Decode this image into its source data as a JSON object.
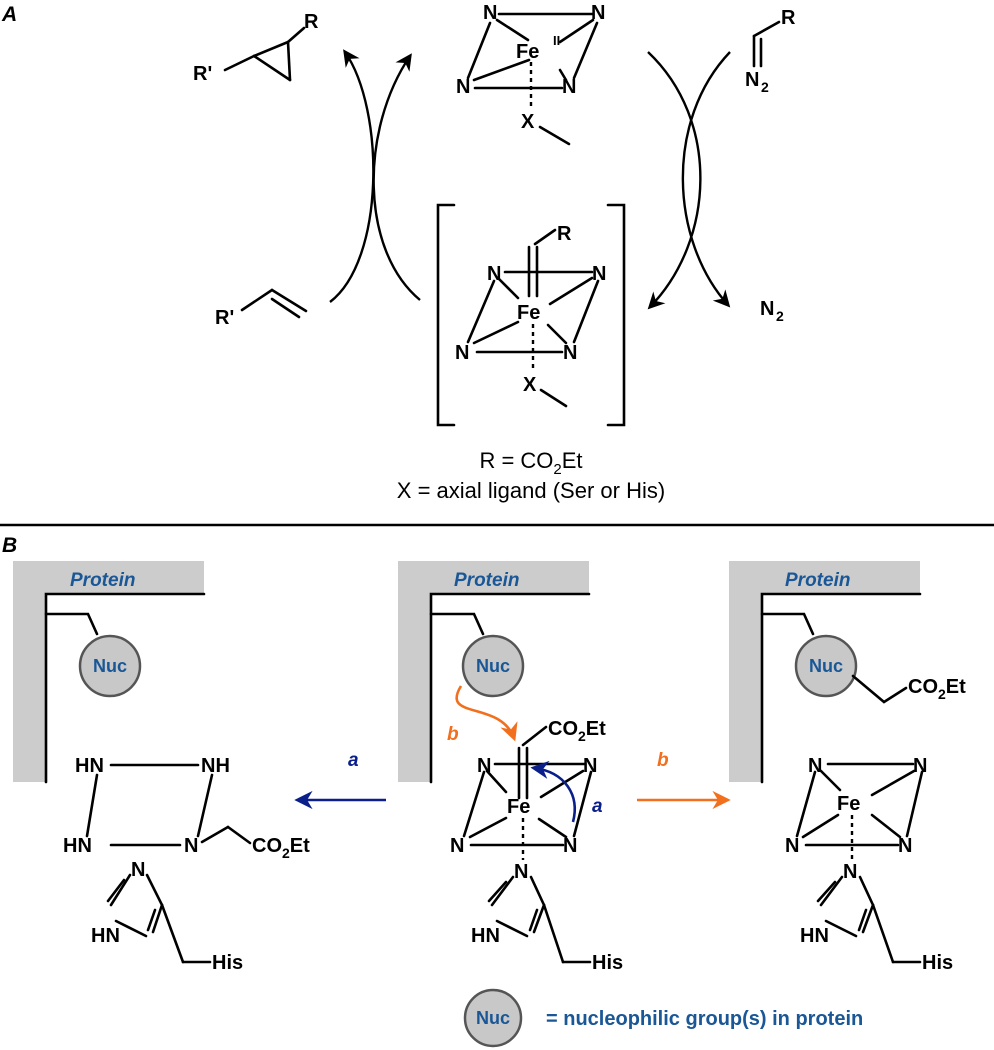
{
  "panels": {
    "a": "A",
    "b": "B"
  },
  "atoms": {
    "N": "N",
    "Fe": "Fe",
    "Fe_ox": "II",
    "R": "R",
    "R_prime": "R'",
    "X": "X",
    "N2_N": "N",
    "N2_sub": "2",
    "HN": "HN",
    "NH": "NH"
  },
  "legend_panel_a": {
    "r_prefix": "R = CO",
    "r_sub": "2",
    "r_suffix": "Et",
    "x_line": "X = axial ligand (Ser or His)"
  },
  "labels": {
    "protein": "Protein",
    "nuc": "Nuc",
    "co2et_prefix": "CO",
    "co2et_sub": "2",
    "co2et_suffix": "Et",
    "his": "His",
    "path_a": "a",
    "path_b": "b"
  },
  "legend_panel_b": {
    "nuc": "Nuc",
    "text": "= nucleophilic group(s) in protein"
  },
  "colors": {
    "protein_text": "#1a5796",
    "path_a": "#0b1f8a",
    "path_b": "#f26f1e",
    "wall": "#cccccc",
    "nuc_fill": "#c8c8c8"
  }
}
